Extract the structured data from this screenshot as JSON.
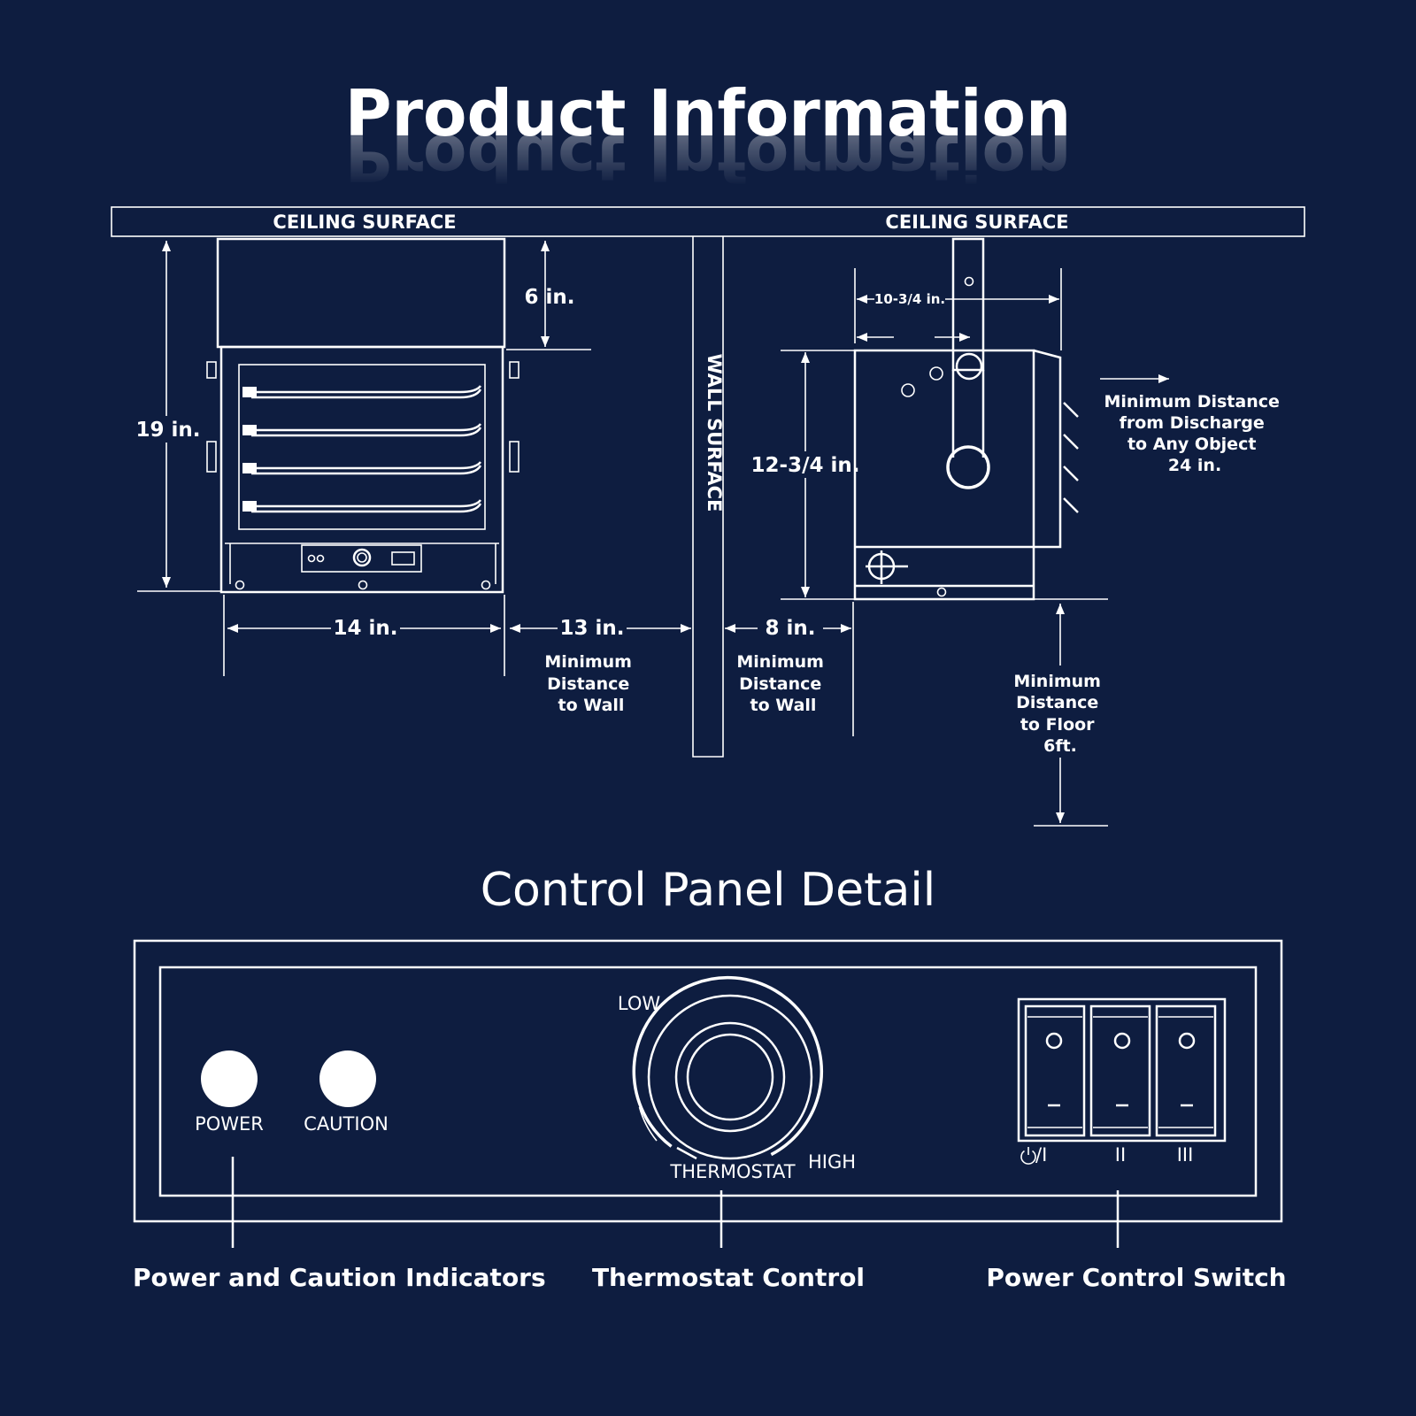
{
  "title": "Product Information",
  "section_control": "Control Panel Detail",
  "front_view": {
    "ceiling_label": "CEILING SURFACE",
    "height": "19 in.",
    "top_gap": "6 in.",
    "width": "14 in.",
    "wall_gap": "13 in.",
    "wall_note": [
      "Minimum",
      "Distance",
      "to Wall"
    ]
  },
  "wall_label": "WALL SURFACE",
  "side_view": {
    "ceiling_label": "CEILING SURFACE",
    "depth": "10-3/4 in.",
    "height": "12-3/4 in.",
    "wall_gap": "8 in.",
    "wall_note": [
      "Minimum",
      "Distance",
      "to Wall"
    ],
    "discharge_note": [
      "Minimum Distance",
      "from Discharge",
      "to Any Object",
      "24 in."
    ],
    "floor_note": [
      "Minimum",
      "Distance",
      "to Floor",
      "6ft."
    ]
  },
  "control_panel": {
    "power": "POWER",
    "caution": "CAUTION",
    "low": "LOW",
    "high": "HIGH",
    "thermostat": "THERMOSTAT",
    "switch_1": "/I",
    "switch_2": "II",
    "switch_3": "III"
  },
  "captions": {
    "indicators": "Power and Caution Indicators",
    "thermostat": "Thermostat Control",
    "switch": "Power Control Switch"
  }
}
